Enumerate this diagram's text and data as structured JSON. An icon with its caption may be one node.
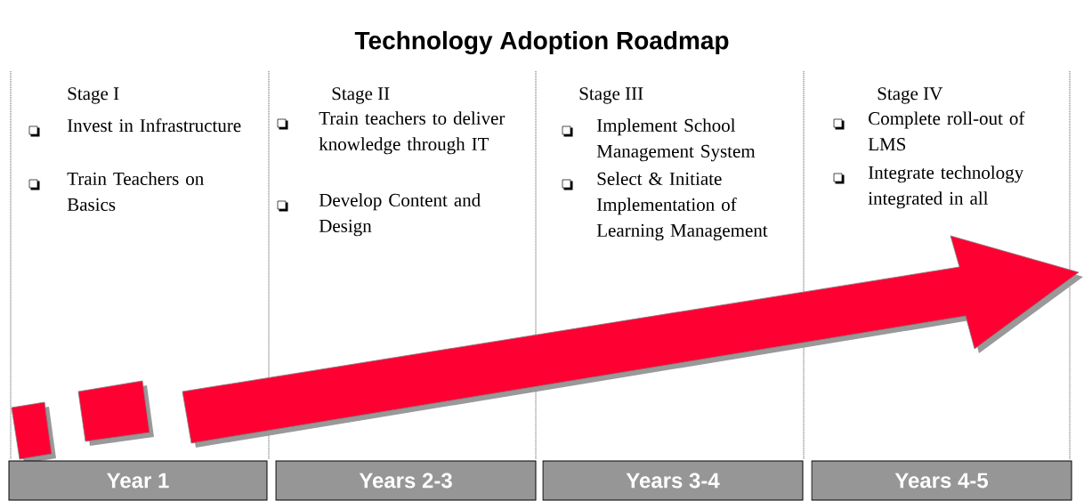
{
  "diagram": {
    "title": "Technology Adoption Roadmap",
    "nodes": [
      {
        "text": [
          "Year 1"
        ]
      },
      {
        "text": [
          "Years 2-3"
        ]
      },
      {
        "text": [
          "Years 3-4"
        ]
      },
      {
        "text": [
          "Years 4-5"
        ]
      }
    ],
    "labels": [
      "Stage I",
      "Invest in Infrastructure",
      "Train Teachers on Basics",
      "Stage II",
      "Train teachers to deliver knowledge through IT",
      "Develop Content and Design",
      "Stage III",
      "Implement School Management System",
      "Select & Initiate Implementation of Learning Management",
      "Stage IV",
      "Complete roll-out of LMS",
      "Integrate technology integrated in all"
    ]
  }
}
